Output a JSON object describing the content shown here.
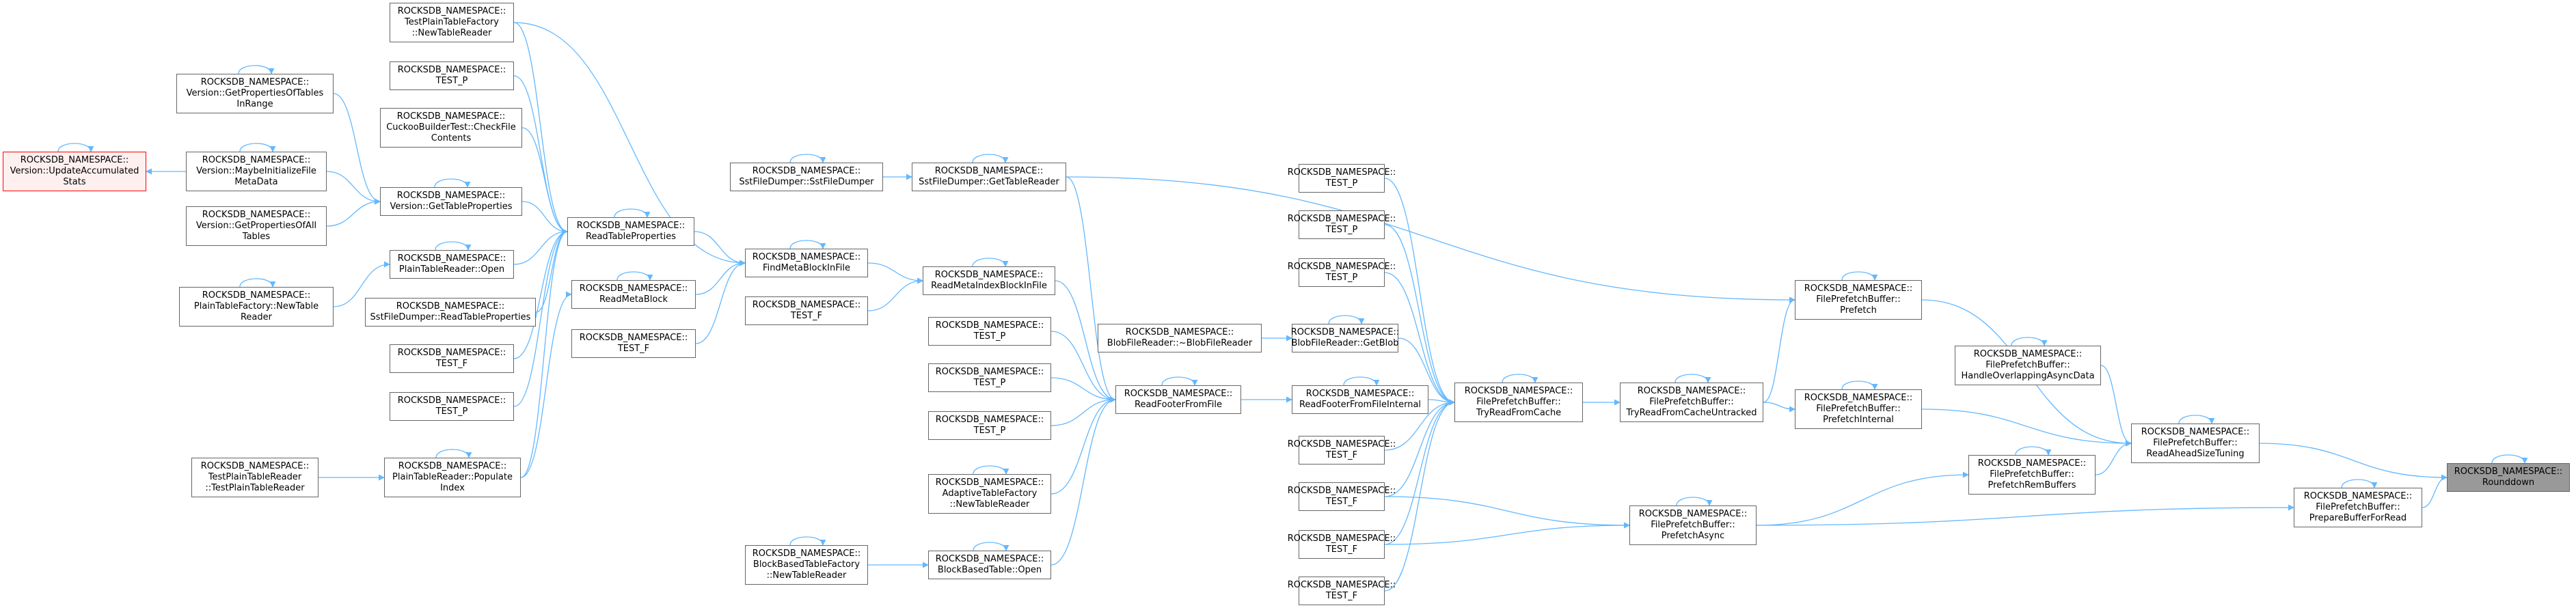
{
  "colors": {
    "edge": "#63b8ff",
    "node_border": "#666666",
    "root_fill": "#999999",
    "highlight_border": "#ff0000",
    "highlight_fill": "#fff0f0"
  },
  "nodes": {
    "n_rounddown": {
      "lines": [
        "ROCKSDB_NAMESPACE::",
        "Rounddown"
      ]
    },
    "n_readahead": {
      "lines": [
        "ROCKSDB_NAMESPACE::",
        "FilePrefetchBuffer::",
        "ReadAheadSizeTuning"
      ]
    },
    "n_preparebuf": {
      "lines": [
        "ROCKSDB_NAMESPACE::",
        "FilePrefetchBuffer::",
        "PrepareBufferForRead"
      ]
    },
    "n_prefetch": {
      "lines": [
        "ROCKSDB_NAMESPACE::",
        "FilePrefetchBuffer::",
        "Prefetch"
      ]
    },
    "n_handleoverlap": {
      "lines": [
        "ROCKSDB_NAMESPACE::",
        "FilePrefetchBuffer::",
        "HandleOverlappingAsyncData"
      ]
    },
    "n_prefetchinternal": {
      "lines": [
        "ROCKSDB_NAMESPACE::",
        "FilePrefetchBuffer::",
        "PrefetchInternal"
      ]
    },
    "n_prefetchrem": {
      "lines": [
        "ROCKSDB_NAMESPACE::",
        "FilePrefetchBuffer::",
        "PrefetchRemBuffers"
      ]
    },
    "n_tryreaduntracked": {
      "lines": [
        "ROCKSDB_NAMESPACE::",
        "FilePrefetchBuffer::",
        "TryReadFromCacheUntracked"
      ]
    },
    "n_prefetchasync": {
      "lines": [
        "ROCKSDB_NAMESPACE::",
        "FilePrefetchBuffer::",
        "PrefetchAsync"
      ]
    },
    "n_tryread": {
      "lines": [
        "ROCKSDB_NAMESPACE::",
        "FilePrefetchBuffer::",
        "TryReadFromCache"
      ]
    },
    "n_tp1": {
      "lines": [
        "ROCKSDB_NAMESPACE::",
        "TEST_P"
      ]
    },
    "n_tp2": {
      "lines": [
        "ROCKSDB_NAMESPACE::",
        "TEST_P"
      ]
    },
    "n_tp3": {
      "lines": [
        "ROCKSDB_NAMESPACE::",
        "TEST_P"
      ]
    },
    "n_getblob": {
      "lines": [
        "ROCKSDB_NAMESPACE::",
        "BlobFileReader::GetBlob"
      ]
    },
    "n_readfooterinternal": {
      "lines": [
        "ROCKSDB_NAMESPACE::",
        "ReadFooterFromFileInternal"
      ]
    },
    "n_tf1": {
      "lines": [
        "ROCKSDB_NAMESPACE::",
        "TEST_F"
      ]
    },
    "n_tf2": {
      "lines": [
        "ROCKSDB_NAMESPACE::",
        "TEST_F"
      ]
    },
    "n_tf3": {
      "lines": [
        "ROCKSDB_NAMESPACE::",
        "TEST_F"
      ]
    },
    "n_tf4": {
      "lines": [
        "ROCKSDB_NAMESPACE::",
        "TEST_F"
      ]
    },
    "n_blobdtor": {
      "lines": [
        "ROCKSDB_NAMESPACE::",
        "BlobFileReader::~BlobFileReader"
      ]
    },
    "n_readfooter": {
      "lines": [
        "ROCKSDB_NAMESPACE::",
        "ReadFooterFromFile"
      ]
    },
    "n_readmetaindex": {
      "lines": [
        "ROCKSDB_NAMESPACE::",
        "ReadMetaIndexBlockInFile"
      ]
    },
    "n_tp4": {
      "lines": [
        "ROCKSDB_NAMESPACE::",
        "TEST_P"
      ]
    },
    "n_tp5": {
      "lines": [
        "ROCKSDB_NAMESPACE::",
        "TEST_P"
      ]
    },
    "n_tp6": {
      "lines": [
        "ROCKSDB_NAMESPACE::",
        "TEST_P"
      ]
    },
    "n_adaptive": {
      "lines": [
        "ROCKSDB_NAMESPACE::",
        "AdaptiveTableFactory",
        "::NewTableReader"
      ]
    },
    "n_bbtopen": {
      "lines": [
        "ROCKSDB_NAMESPACE::",
        "BlockBasedTable::Open"
      ]
    },
    "n_bbtfactory": {
      "lines": [
        "ROCKSDB_NAMESPACE::",
        "BlockBasedTableFactory",
        "::NewTableReader"
      ]
    },
    "n_gettablereader": {
      "lines": [
        "ROCKSDB_NAMESPACE::",
        "SstFileDumper::GetTableReader"
      ]
    },
    "n_sstdumper": {
      "lines": [
        "ROCKSDB_NAMESPACE::",
        "SstFileDumper::SstFileDumper"
      ]
    },
    "n_findmeta": {
      "lines": [
        "ROCKSDB_NAMESPACE::",
        "FindMetaBlockInFile"
      ]
    },
    "n_tf5": {
      "lines": [
        "ROCKSDB_NAMESPACE::",
        "TEST_F"
      ]
    },
    "n_readtableprops": {
      "lines": [
        "ROCKSDB_NAMESPACE::",
        "ReadTableProperties"
      ]
    },
    "n_readmetablock": {
      "lines": [
        "ROCKSDB_NAMESPACE::",
        "ReadMetaBlock"
      ]
    },
    "n_tf6": {
      "lines": [
        "ROCKSDB_NAMESPACE::",
        "TEST_F"
      ]
    },
    "n_testplainfactory": {
      "lines": [
        "ROCKSDB_NAMESPACE::",
        "TestPlainTableFactory",
        "::NewTableReader"
      ]
    },
    "n_tp7": {
      "lines": [
        "ROCKSDB_NAMESPACE::",
        "TEST_P"
      ]
    },
    "n_cuckoo": {
      "lines": [
        "ROCKSDB_NAMESPACE::",
        "CuckooBuilderTest::CheckFile",
        "Contents"
      ]
    },
    "n_versiongettableprops": {
      "lines": [
        "ROCKSDB_NAMESPACE::",
        "Version::GetTableProperties"
      ]
    },
    "n_plainopen": {
      "lines": [
        "ROCKSDB_NAMESPACE::",
        "PlainTableReader::Open"
      ]
    },
    "n_sstreadprops": {
      "lines": [
        "ROCKSDB_NAMESPACE::",
        "SstFileDumper::ReadTableProperties"
      ]
    },
    "n_tf7": {
      "lines": [
        "ROCKSDB_NAMESPACE::",
        "TEST_F"
      ]
    },
    "n_tp8": {
      "lines": [
        "ROCKSDB_NAMESPACE::",
        "TEST_P"
      ]
    },
    "n_plainpopulate": {
      "lines": [
        "ROCKSDB_NAMESPACE::",
        "PlainTableReader::Populate",
        "Index"
      ]
    },
    "n_getpropsinrange": {
      "lines": [
        "ROCKSDB_NAMESPACE::",
        "Version::GetPropertiesOfTables",
        "InRange"
      ]
    },
    "n_maybeinit": {
      "lines": [
        "ROCKSDB_NAMESPACE::",
        "Version::MaybeInitializeFile",
        "MetaData"
      ]
    },
    "n_getpropsall": {
      "lines": [
        "ROCKSDB_NAMESPACE::",
        "Version::GetPropertiesOfAll",
        "Tables"
      ]
    },
    "n_plainfactory": {
      "lines": [
        "ROCKSDB_NAMESPACE::",
        "PlainTableFactory::NewTable",
        "Reader"
      ]
    },
    "n_testplainreader": {
      "lines": [
        "ROCKSDB_NAMESPACE::",
        "TestPlainTableReader",
        "::TestPlainTableReader"
      ]
    },
    "n_updatestats": {
      "lines": [
        "ROCKSDB_NAMESPACE::",
        "Version::UpdateAccumulated",
        "Stats"
      ]
    }
  },
  "edges": [
    [
      "n_readahead",
      "n_rounddown"
    ],
    [
      "n_preparebuf",
      "n_rounddown"
    ],
    [
      "n_prefetch",
      "n_readahead"
    ],
    [
      "n_handleoverlap",
      "n_readahead"
    ],
    [
      "n_prefetchinternal",
      "n_readahead"
    ],
    [
      "n_prefetchrem",
      "n_readahead"
    ],
    [
      "n_prefetchasync",
      "n_preparebuf"
    ],
    [
      "n_tryreaduntracked",
      "n_prefetch"
    ],
    [
      "n_tryreaduntracked",
      "n_prefetchinternal"
    ],
    [
      "n_prefetchasync",
      "n_prefetchrem"
    ],
    [
      "n_tryread",
      "n_tryreaduntracked"
    ],
    [
      "n_tp1",
      "n_tryread"
    ],
    [
      "n_tp2",
      "n_tryread"
    ],
    [
      "n_tp3",
      "n_tryread"
    ],
    [
      "n_getblob",
      "n_tryread"
    ],
    [
      "n_readfooterinternal",
      "n_tryread"
    ],
    [
      "n_tf1",
      "n_tryread"
    ],
    [
      "n_tf2",
      "n_tryread"
    ],
    [
      "n_tf3",
      "n_tryread"
    ],
    [
      "n_tf4",
      "n_tryread"
    ],
    [
      "n_tf2",
      "n_prefetchasync"
    ],
    [
      "n_tf3",
      "n_prefetchasync"
    ],
    [
      "n_blobdtor",
      "n_getblob"
    ],
    [
      "n_readfooter",
      "n_readfooterinternal"
    ],
    [
      "n_readmetaindex",
      "n_readfooter"
    ],
    [
      "n_tp4",
      "n_readfooter"
    ],
    [
      "n_tp5",
      "n_readfooter"
    ],
    [
      "n_tp6",
      "n_readfooter"
    ],
    [
      "n_adaptive",
      "n_readfooter"
    ],
    [
      "n_bbtopen",
      "n_readfooter"
    ],
    [
      "n_gettablereader",
      "n_readfooter"
    ],
    [
      "n_bbtfactory",
      "n_bbtopen"
    ],
    [
      "n_sstdumper",
      "n_gettablereader"
    ],
    [
      "n_findmeta",
      "n_readmetaindex"
    ],
    [
      "n_tf5",
      "n_readmetaindex"
    ],
    [
      "n_readtableprops",
      "n_findmeta"
    ],
    [
      "n_readmetablock",
      "n_findmeta"
    ],
    [
      "n_tf6",
      "n_findmeta"
    ],
    [
      "n_testplainfactory",
      "n_findmeta"
    ],
    [
      "n_versiongettableprops",
      "n_readtableprops"
    ],
    [
      "n_plainopen",
      "n_readtableprops"
    ],
    [
      "n_sstreadprops",
      "n_readtableprops"
    ],
    [
      "n_tf7",
      "n_readtableprops"
    ],
    [
      "n_tp8",
      "n_readtableprops"
    ],
    [
      "n_plainpopulate",
      "n_readtableprops"
    ],
    [
      "n_testplainfactory",
      "n_readtableprops"
    ],
    [
      "n_tp7",
      "n_readtableprops"
    ],
    [
      "n_cuckoo",
      "n_readtableprops"
    ],
    [
      "n_plainpopulate",
      "n_readmetablock"
    ],
    [
      "n_getpropsinrange",
      "n_versiongettableprops"
    ],
    [
      "n_maybeinit",
      "n_versiongettableprops"
    ],
    [
      "n_getpropsall",
      "n_versiongettableprops"
    ],
    [
      "n_plainfactory",
      "n_plainopen"
    ],
    [
      "n_testplainreader",
      "n_plainpopulate"
    ],
    [
      "n_maybeinit",
      "n_updatestats"
    ],
    [
      "n_gettablereader",
      "n_prefetch"
    ]
  ],
  "self_loops": [
    "n_rounddown",
    "n_readahead",
    "n_preparebuf",
    "n_prefetch",
    "n_handleoverlap",
    "n_prefetchinternal",
    "n_prefetchrem",
    "n_tryreaduntracked",
    "n_prefetchasync",
    "n_tryread",
    "n_getblob",
    "n_readfooterinternal",
    "n_readfooter",
    "n_readmetaindex",
    "n_adaptive",
    "n_bbtopen",
    "n_bbtfactory",
    "n_gettablereader",
    "n_sstdumper",
    "n_findmeta",
    "n_readtableprops",
    "n_readmetablock",
    "n_versiongettableprops",
    "n_plainopen",
    "n_plainpopulate",
    "n_getpropsinrange",
    "n_maybeinit",
    "n_plainfactory",
    "n_updatestats"
  ]
}
